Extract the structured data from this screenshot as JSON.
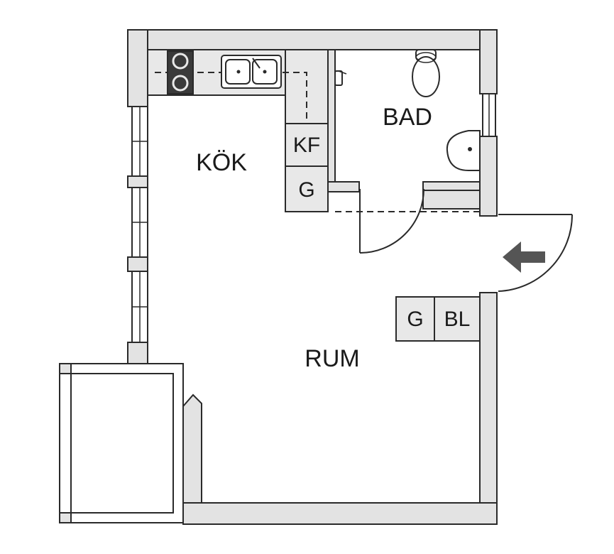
{
  "rooms": {
    "kitchen": "KÖK",
    "bathroom": "BAD",
    "living_room": "RUM"
  },
  "appliances": {
    "fridge_freezer": "KF",
    "cabinet_kitchen": "G",
    "cabinet_hall": "G",
    "linen_closet": "BL"
  },
  "colors": {
    "wall_fill": "#e3e3e3",
    "line": "#2a2a2a",
    "arrow": "#555555",
    "floor": "#ffffff"
  },
  "icons": {
    "entrance": "entrance-arrow-icon",
    "stove": "stove-icon",
    "sink": "sink-icon",
    "toilet": "toilet-icon",
    "washbasin": "washbasin-icon"
  }
}
